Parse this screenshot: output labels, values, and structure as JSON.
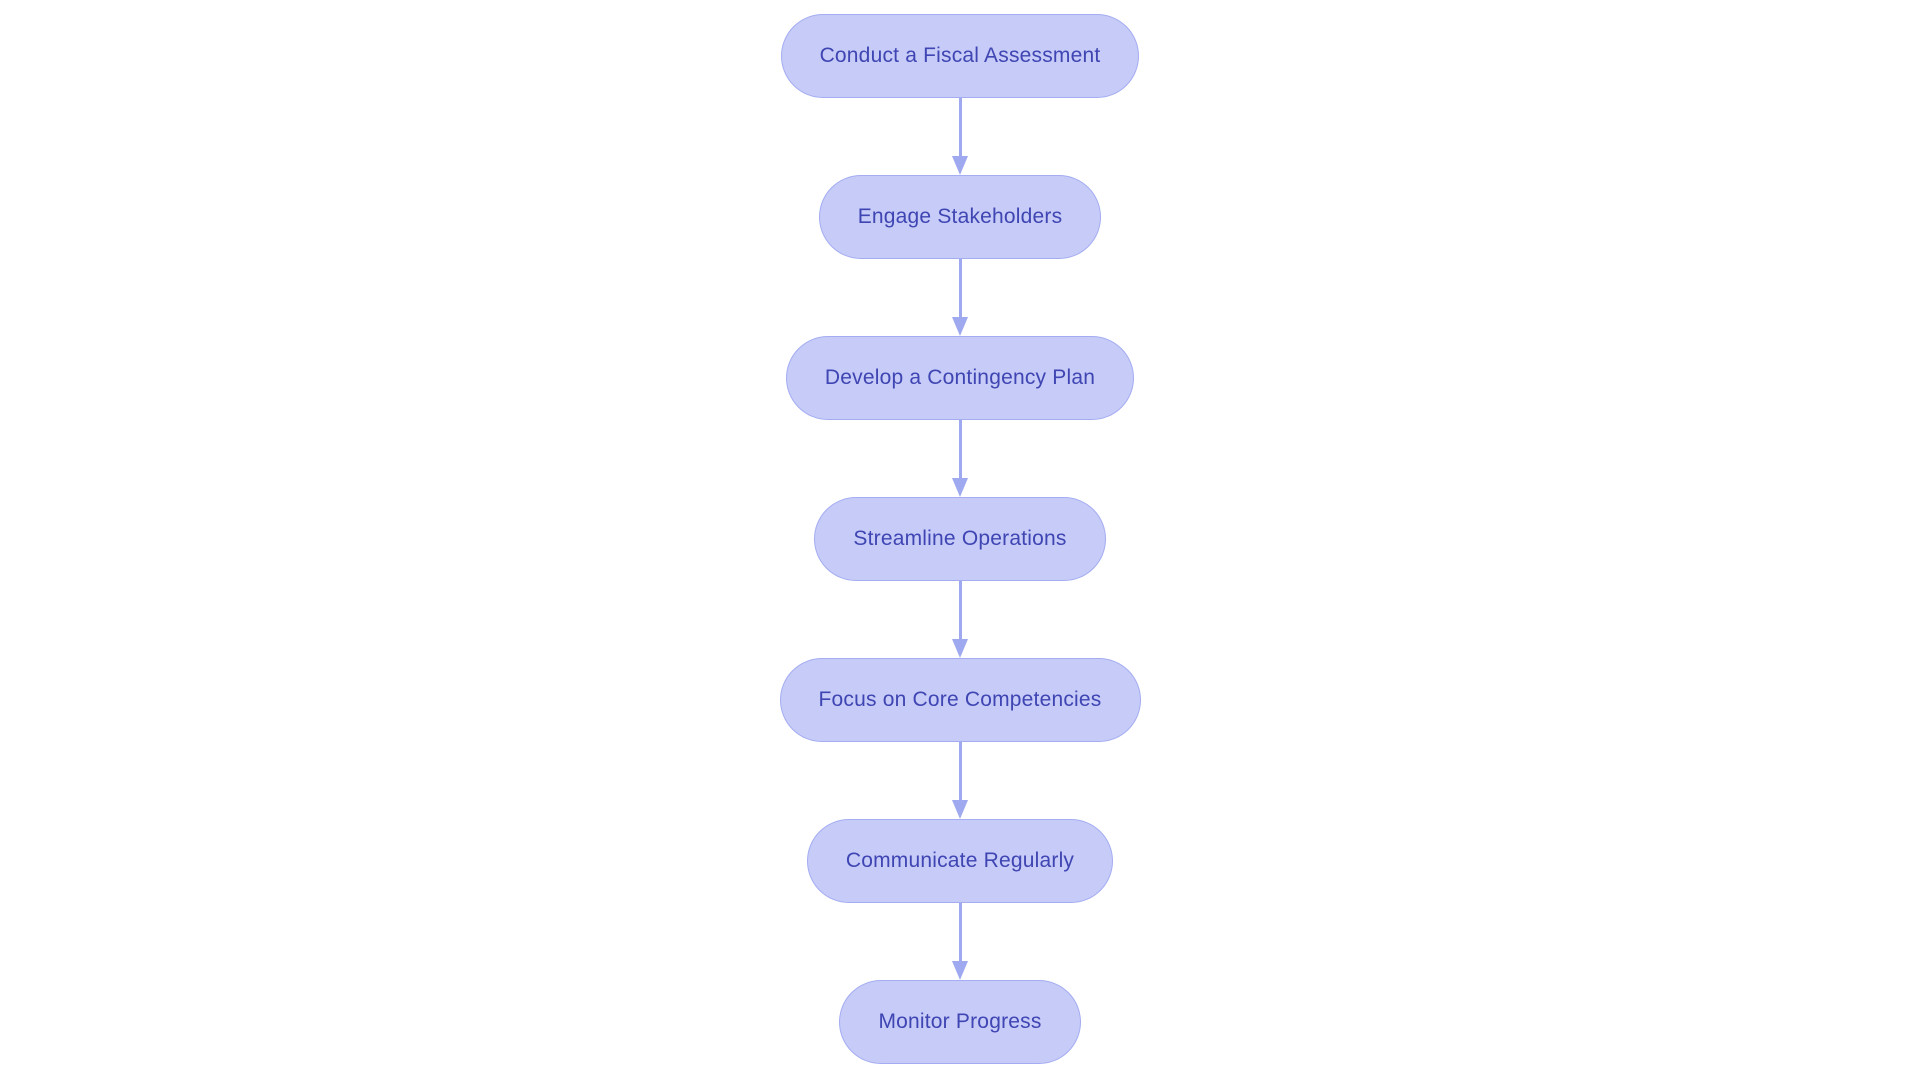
{
  "flowchart": {
    "type": "vertical-process-flow",
    "nodes": [
      {
        "label": "Conduct a Fiscal Assessment"
      },
      {
        "label": "Engage Stakeholders"
      },
      {
        "label": "Develop a Contingency Plan"
      },
      {
        "label": "Streamline Operations"
      },
      {
        "label": "Focus on Core Competencies"
      },
      {
        "label": "Communicate Regularly"
      },
      {
        "label": "Monitor Progress"
      }
    ],
    "colors": {
      "node_fill": "#c6cbf8",
      "node_border": "#a4adf1",
      "node_text": "#3f45b2",
      "arrow": "#9fa9f0",
      "background": "#ffffff"
    }
  }
}
